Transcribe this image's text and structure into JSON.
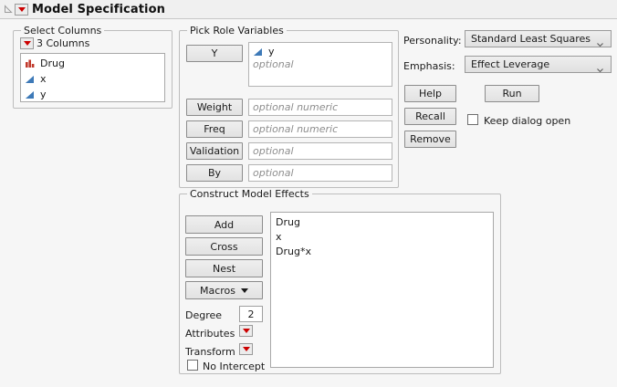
{
  "window": {
    "title": "Model Specification",
    "disclosure_icon": "collapse-triangle-icon",
    "menu_icon": "red-triangle-menu-icon"
  },
  "select_columns": {
    "legend": "Select Columns",
    "count_label": "3 Columns",
    "count_menu_icon": "red-triangle-menu-icon",
    "columns": [
      {
        "name": "Drug",
        "type": "nominal",
        "icon": "nominal-bar-icon"
      },
      {
        "name": "x",
        "type": "continuous",
        "icon": "continuous-triangle-icon"
      },
      {
        "name": "y",
        "type": "continuous",
        "icon": "continuous-triangle-icon"
      }
    ]
  },
  "pick_role_variables": {
    "legend": "Pick Role Variables",
    "roles": [
      {
        "button": "Y",
        "value": "y",
        "value_icon": "continuous-triangle-icon",
        "placeholder": "optional"
      },
      {
        "button": "Weight",
        "value": "",
        "placeholder": "optional numeric"
      },
      {
        "button": "Freq",
        "value": "",
        "placeholder": "optional numeric"
      },
      {
        "button": "Validation",
        "value": "",
        "placeholder": "optional"
      },
      {
        "button": "By",
        "value": "",
        "placeholder": "optional"
      }
    ]
  },
  "construct_model_effects": {
    "legend": "Construct Model Effects",
    "buttons": [
      {
        "label": "Add",
        "name": "add-button"
      },
      {
        "label": "Cross",
        "name": "cross-button"
      },
      {
        "label": "Nest",
        "name": "nest-button"
      },
      {
        "label": "Macros",
        "name": "macros-button",
        "has_arrow": true
      }
    ],
    "degree_label": "Degree",
    "degree_value": "2",
    "attributes_label": "Attributes",
    "attributes_icon": "red-triangle-menu-icon",
    "transform_label": "Transform",
    "transform_icon": "red-triangle-menu-icon",
    "no_intercept_label": "No Intercept",
    "no_intercept_checked": false,
    "effects": [
      "Drug",
      "x",
      "Drug*x"
    ]
  },
  "options": {
    "personality_label": "Personality:",
    "personality_value": "Standard Least Squares",
    "emphasis_label": "Emphasis:",
    "emphasis_value": "Effect Leverage",
    "help_label": "Help",
    "recall_label": "Recall",
    "remove_label": "Remove",
    "run_label": "Run",
    "keep_dialog_open_label": "Keep dialog open",
    "keep_dialog_open_checked": false
  },
  "colors": {
    "background": "#f6f6f6",
    "accent_red": "#cc0000",
    "continuous_blue": "#2f6ba8",
    "nominal_red": "#c0392b",
    "border": "#bdbdbd",
    "button_face": "#e6e6e6"
  }
}
